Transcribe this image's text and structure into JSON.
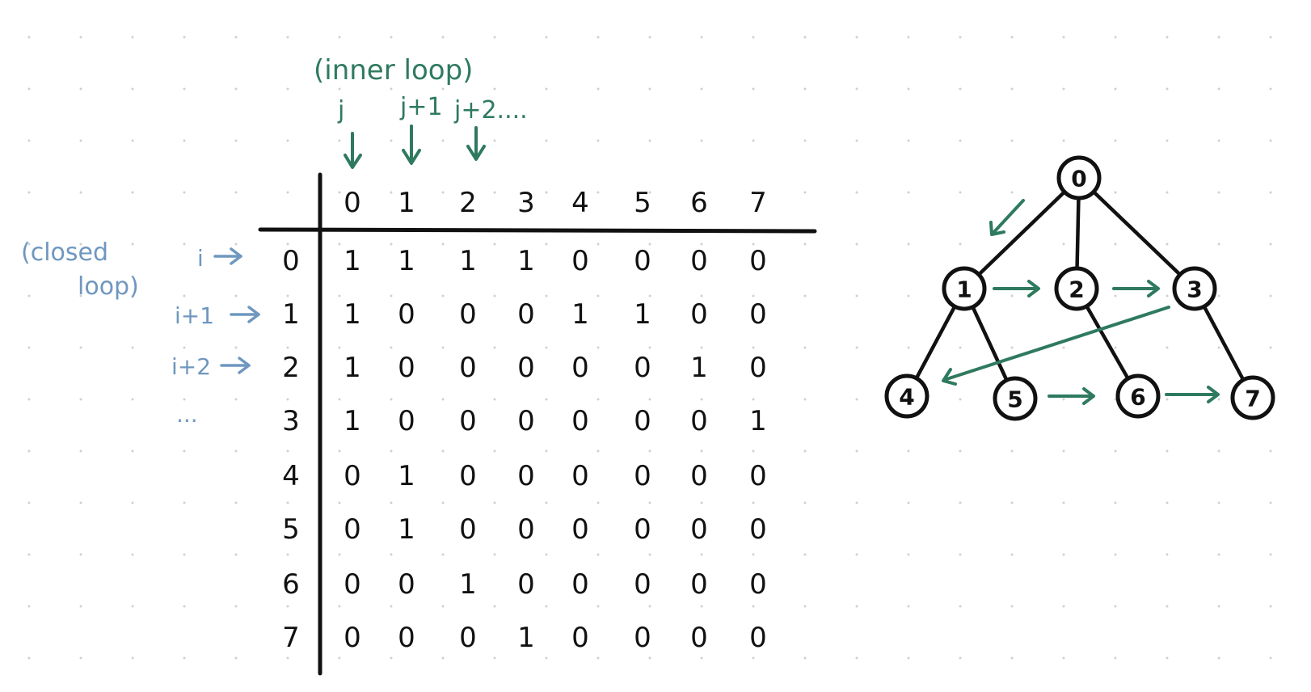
{
  "annotations": {
    "inner_loop": "(inner loop)",
    "j": "j",
    "j_plus_1": "j+1",
    "j_plus_2": "j+2....",
    "closed": "(closed",
    "loop": "loop)",
    "i": "i",
    "i_plus_1": "i+1",
    "i_plus_2": "i+2",
    "ellipsis": "..."
  },
  "matrix": {
    "col_headers": [
      "0",
      "1",
      "2",
      "3",
      "4",
      "5",
      "6",
      "7"
    ],
    "row_headers": [
      "0",
      "1",
      "2",
      "3",
      "4",
      "5",
      "6",
      "7"
    ],
    "rows": [
      [
        "1",
        "1",
        "1",
        "1",
        "0",
        "0",
        "0",
        "0"
      ],
      [
        "1",
        "0",
        "0",
        "0",
        "1",
        "1",
        "0",
        "0"
      ],
      [
        "1",
        "0",
        "0",
        "0",
        "0",
        "0",
        "1",
        "0"
      ],
      [
        "1",
        "0",
        "0",
        "0",
        "0",
        "0",
        "0",
        "1"
      ],
      [
        "0",
        "1",
        "0",
        "0",
        "0",
        "0",
        "0",
        "0"
      ],
      [
        "0",
        "1",
        "0",
        "0",
        "0",
        "0",
        "0",
        "0"
      ],
      [
        "0",
        "0",
        "1",
        "0",
        "0",
        "0",
        "0",
        "0"
      ],
      [
        "0",
        "0",
        "0",
        "1",
        "0",
        "0",
        "0",
        "0"
      ]
    ]
  },
  "tree": {
    "nodes": [
      "0",
      "1",
      "2",
      "3",
      "4",
      "5",
      "6",
      "7"
    ],
    "edges": [
      [
        "0",
        "1"
      ],
      [
        "0",
        "2"
      ],
      [
        "0",
        "3"
      ],
      [
        "1",
        "4"
      ],
      [
        "1",
        "5"
      ],
      [
        "2",
        "6"
      ],
      [
        "3",
        "7"
      ]
    ],
    "traversal_order": [
      "0",
      "1",
      "2",
      "3",
      "4",
      "5",
      "6",
      "7"
    ]
  },
  "colors": {
    "ink": "#111111",
    "green": "#2f7a5f",
    "blue": "#6f97bf",
    "grid_dot": "#cfcfcf"
  }
}
